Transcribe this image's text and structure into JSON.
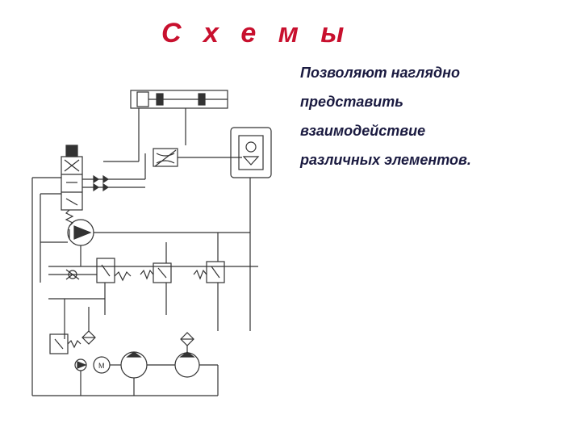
{
  "slide": {
    "title": "С х е м ы",
    "lines": [
      "Позволяют наглядно",
      "представить",
      "взаимодействие",
      "различных элементов."
    ]
  },
  "diagram": {
    "motor_label": "M"
  }
}
